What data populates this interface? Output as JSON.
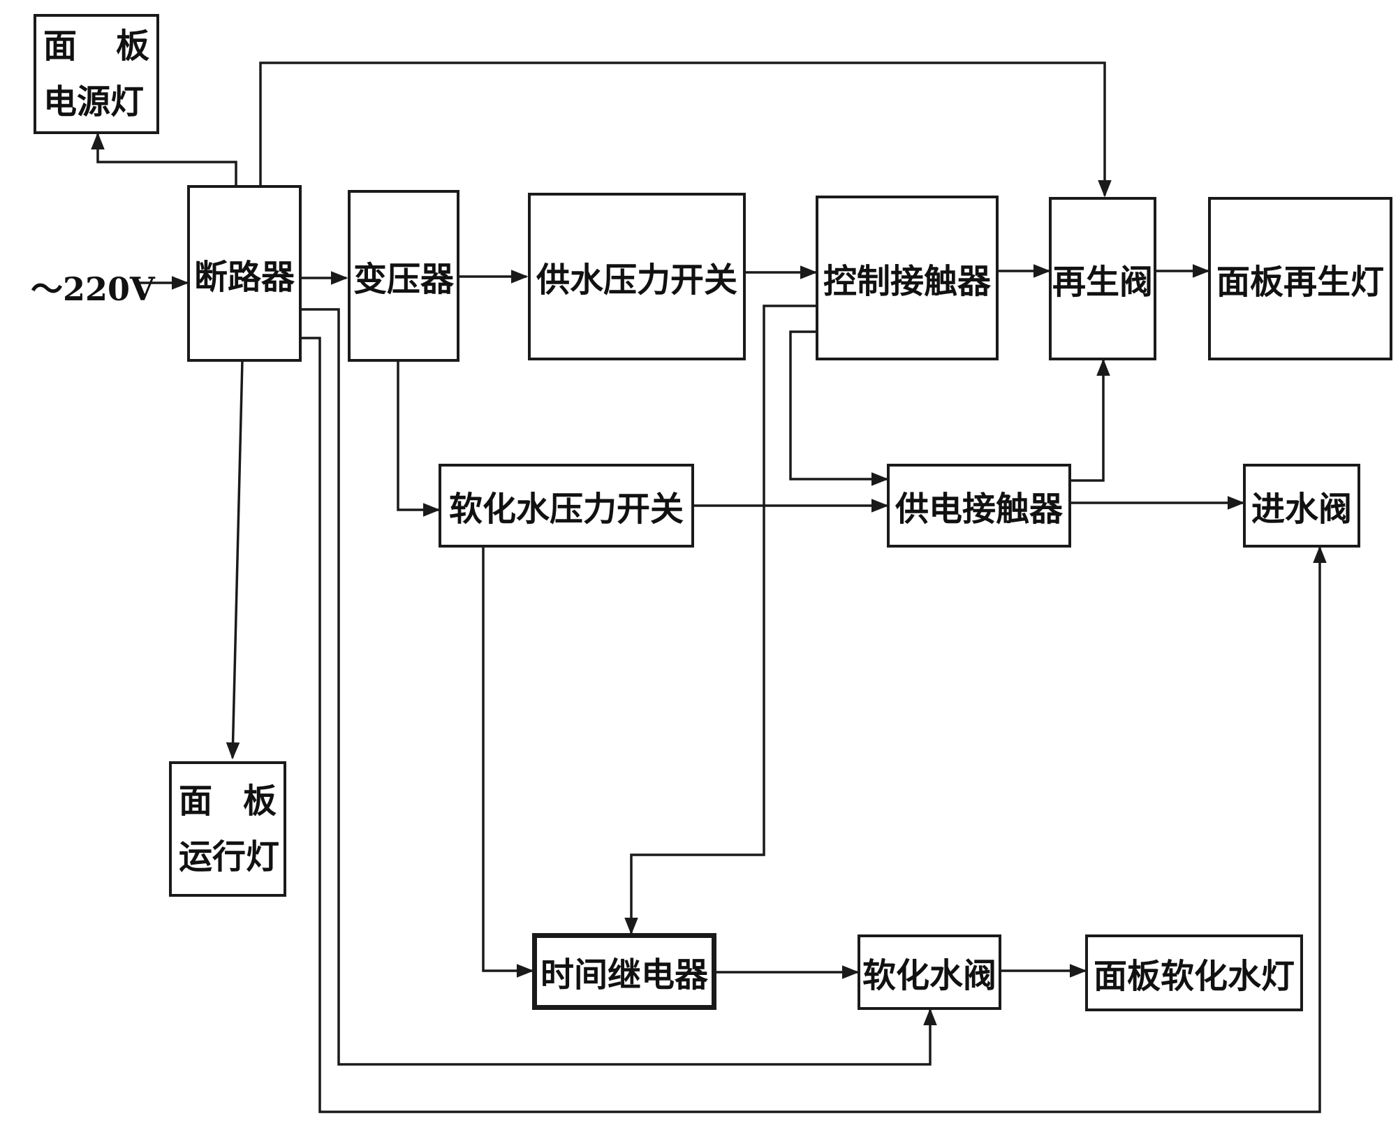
{
  "source_label": "～220V",
  "nodes": {
    "panel_power_light": {
      "line1": [
        "面",
        "板"
      ],
      "line2": "电源灯"
    },
    "breaker": "断路器",
    "transformer": "变压器",
    "supply_pressure_switch": "供水压力开关",
    "control_contactor": "控制接触器",
    "regen_valve": "再生阀",
    "panel_regen_light": "面板再生灯",
    "soft_water_pressure_switch": "软化水压力开关",
    "power_contactor": "供电接触器",
    "inlet_valve": "进水阀",
    "panel_run_light": {
      "line1": [
        "面",
        "板"
      ],
      "line2": "运行灯"
    },
    "time_relay": "时间继电器",
    "soft_water_valve": "软化水阀",
    "panel_soft_water_light": "面板软化水灯"
  },
  "edges": [
    {
      "from": "source",
      "to": "breaker"
    },
    {
      "from": "breaker",
      "to": "panel_power_light"
    },
    {
      "from": "breaker",
      "to": "regen_valve"
    },
    {
      "from": "breaker",
      "to": "transformer"
    },
    {
      "from": "breaker",
      "to": "panel_run_light"
    },
    {
      "from": "breaker",
      "to": "soft_water_valve"
    },
    {
      "from": "breaker",
      "to": "inlet_valve"
    },
    {
      "from": "transformer",
      "to": "supply_pressure_switch"
    },
    {
      "from": "transformer",
      "to": "soft_water_pressure_switch"
    },
    {
      "from": "supply_pressure_switch",
      "to": "control_contactor"
    },
    {
      "from": "control_contactor",
      "to": "regen_valve"
    },
    {
      "from": "control_contactor",
      "to": "power_contactor"
    },
    {
      "from": "control_contactor",
      "to": "time_relay"
    },
    {
      "from": "regen_valve",
      "to": "panel_regen_light"
    },
    {
      "from": "soft_water_pressure_switch",
      "to": "power_contactor"
    },
    {
      "from": "soft_water_pressure_switch",
      "to": "time_relay"
    },
    {
      "from": "power_contactor",
      "to": "regen_valve"
    },
    {
      "from": "power_contactor",
      "to": "inlet_valve"
    },
    {
      "from": "time_relay",
      "to": "soft_water_valve"
    },
    {
      "from": "soft_water_valve",
      "to": "panel_soft_water_light"
    }
  ]
}
